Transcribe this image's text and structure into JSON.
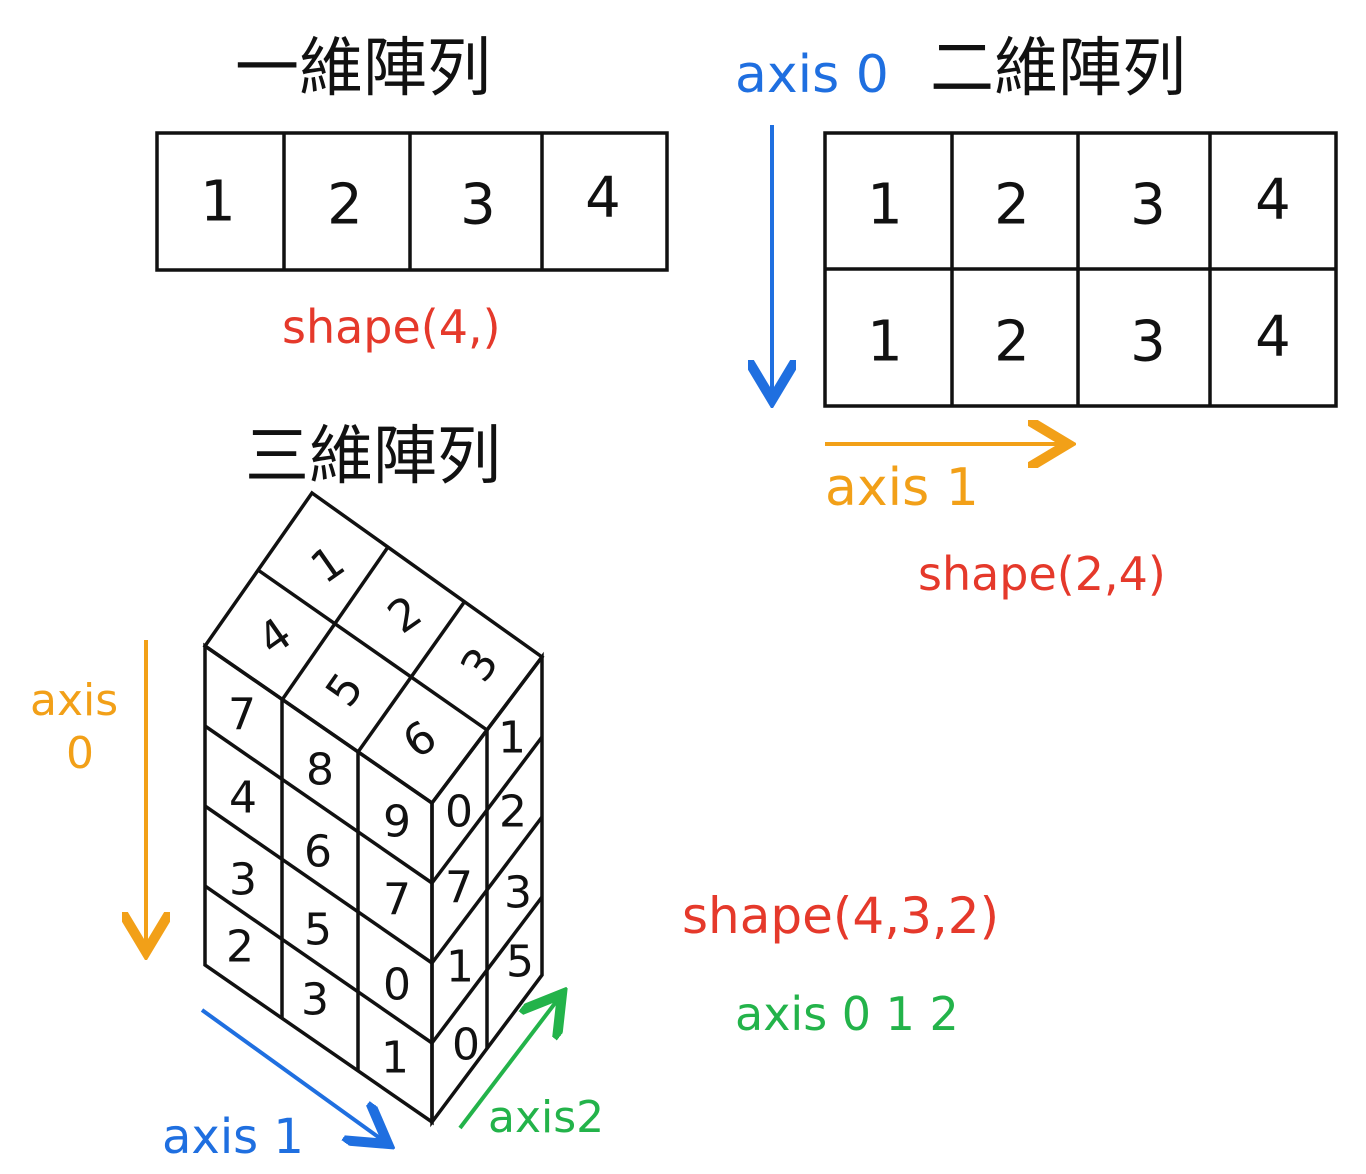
{
  "colors": {
    "ink": "#111111",
    "shape": "#e5392b",
    "axis_blue": "#1f6fe0",
    "axis_orange": "#f2a018",
    "axis_green": "#23b34a"
  },
  "one_d": {
    "title": "一維陣列",
    "values": [
      "1",
      "2",
      "3",
      "4"
    ],
    "shape": "shape(4,)"
  },
  "two_d": {
    "title": "二維陣列",
    "axis0": "axis 0",
    "axis1": "axis 1",
    "rows": [
      [
        "1",
        "2",
        "3",
        "4"
      ],
      [
        "1",
        "2",
        "3",
        "4"
      ]
    ],
    "shape": "shape(2,4)"
  },
  "three_d": {
    "title": "三維陣列",
    "top_face": [
      "1",
      "2",
      "3",
      "4",
      "5",
      "6"
    ],
    "left_face": [
      "7",
      "8",
      "9",
      "4",
      "6",
      "7",
      "3",
      "5",
      "0",
      "2",
      "3",
      "1"
    ],
    "right_face": [
      "1",
      "2",
      "0",
      "7",
      "3",
      "1",
      "5",
      "0"
    ],
    "axis0": [
      "axis",
      "0"
    ],
    "axis1": "axis 1",
    "axis2": "axis2",
    "shape": "shape(4,3,2)",
    "axes_note": "axis 0 1 2"
  }
}
